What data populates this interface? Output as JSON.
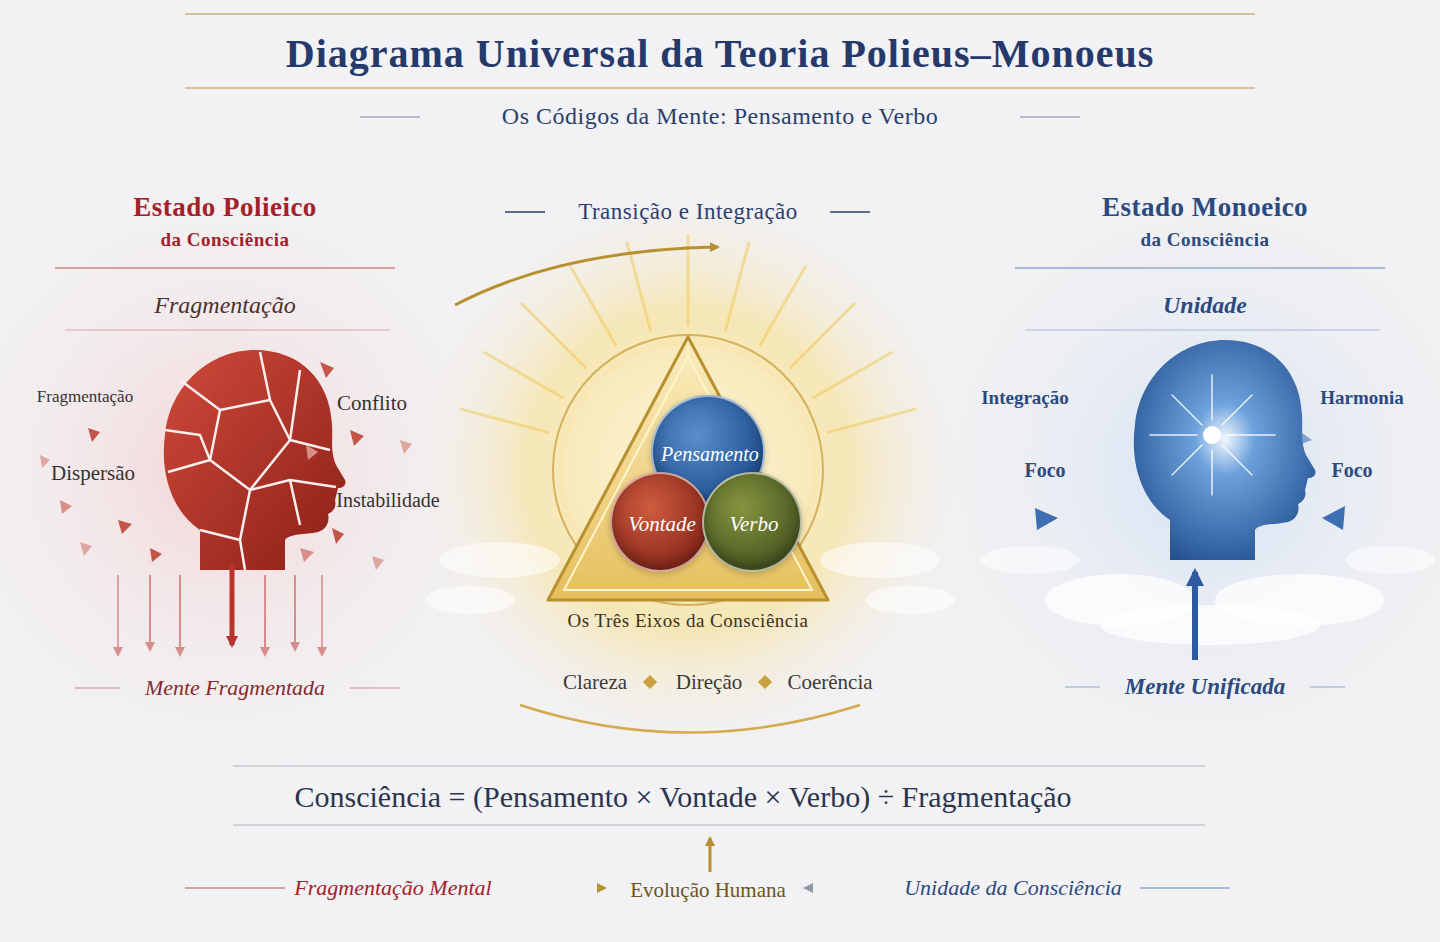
{
  "diagram": {
    "title": "Diagrama Universal da Teoria Polieus–Monoeus",
    "nodes": [
      {
        "text": [
          "Os Três Eixos da Consciência"
        ]
      },
      {
        "text": [
          "Pensamento"
        ],
        "in": 0
      },
      {
        "text": [
          "Vontade"
        ],
        "in": 0
      },
      {
        "text": [
          "Verbo"
        ],
        "in": 0
      }
    ],
    "labels": [
      "Os Códigos da Mente: Pensamento e Verbo",
      "Estado Polieico",
      "da Consciência",
      "Transição e Integração",
      "Estado Monoeico",
      "da Consciência",
      "Fragmentação",
      "Unidade",
      "Fragmentação",
      "Conflito",
      "Dispersão",
      "Instabilidade",
      "Integração",
      "Harmonia",
      "Foco",
      "Foco",
      "Clareza",
      "Direção",
      "Coerência",
      "Mente Fragmentada",
      "Mente Unificada",
      "Consciência = (Pensamento × Vontade × Verbo) ÷ Fragmentação",
      "Fragmentação Mental",
      "Evolução Humana",
      "Unidade da Consciência"
    ]
  }
}
